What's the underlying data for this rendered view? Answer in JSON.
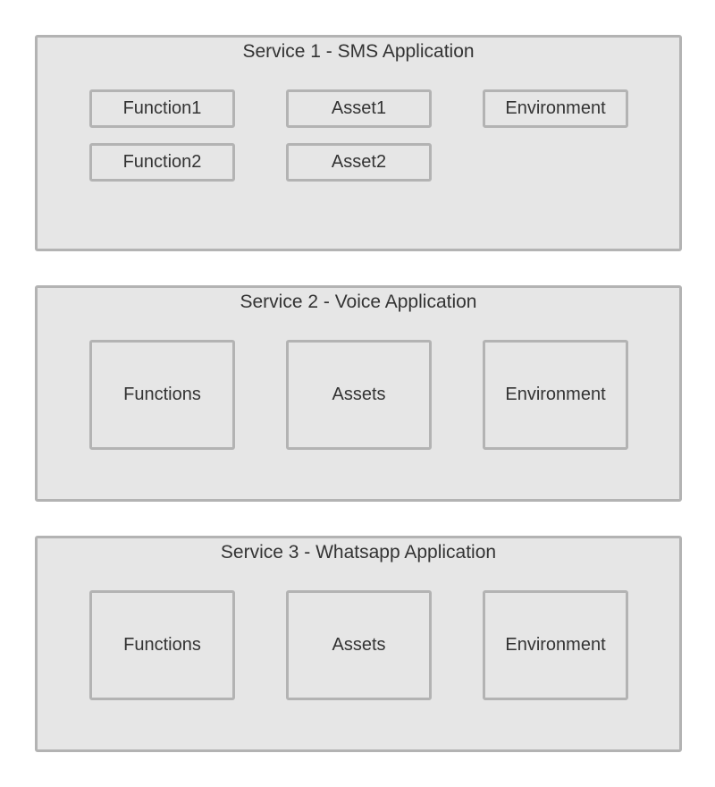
{
  "services": [
    {
      "title": "Service 1 - SMS Application",
      "items": [
        "Function1",
        "Asset1",
        "Environment",
        "Function2",
        "Asset2"
      ]
    },
    {
      "title": "Service 2 - Voice Application",
      "items": [
        "Functions",
        "Assets",
        "Environment"
      ]
    },
    {
      "title": "Service 3 - Whatsapp Application",
      "items": [
        "Functions",
        "Assets",
        "Environment"
      ]
    }
  ],
  "colors": {
    "fill": "#e6e6e6",
    "border": "#b3b3b3",
    "text": "#333333"
  }
}
